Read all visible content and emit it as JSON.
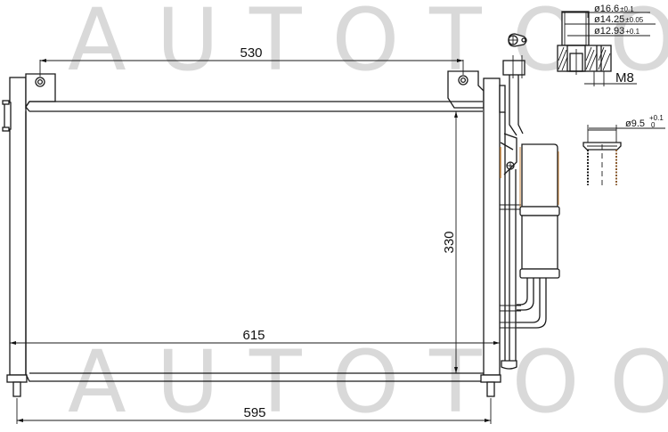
{
  "watermark": {
    "top_text": "AUTOTOO",
    "bottom_text": "AUTOTOOT",
    "color": "#d9d9d9"
  },
  "drawing": {
    "subject": "AC condenser with receiver-drier",
    "line_color": "#1a1a1a",
    "accent_tint": "#c8843c"
  },
  "dimensions": {
    "mount_spacing": "530",
    "core_height": "330",
    "core_width": "615",
    "overall_width": "595"
  },
  "fitting_detail": {
    "outer_diameter": "ø16.6",
    "outer_tol": "±0.1",
    "mid_diameter": "ø14.25",
    "mid_tol": "±0.05",
    "inner_diameter": "ø12.93",
    "inner_tol": "+0.1",
    "thread": "M8"
  },
  "pipe_detail": {
    "diameter": "ø9.5",
    "tol_upper": "+0.1",
    "tol_lower": "0"
  }
}
